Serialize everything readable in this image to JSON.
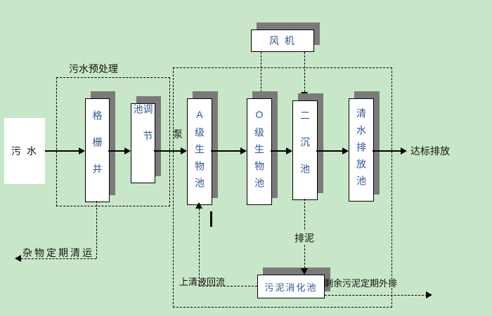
{
  "colors": {
    "bg": "#c8e6c8",
    "box_bg": "#ffffff",
    "box_text": "#2f5496",
    "label_text": "#111111",
    "shadow": "#7a7a7a",
    "line": "#000000"
  },
  "labels": {
    "influent": "污 水",
    "pretreatment_title": "污水预处理",
    "pump": "泵",
    "effluent": "达标排放",
    "debris_removal": "杂物定期清运",
    "supernatant_return": "上清液回流",
    "sludge_discharge": "排泥",
    "excess_sludge": "剩余污泥定期外排"
  },
  "boxes": {
    "fan": "风 机",
    "grid_well": "格栅井",
    "regulating_tank": "调节池",
    "a_bio_tank": "A级生物池",
    "o_bio_tank": "O级生物池",
    "secondary_clarifier": "二沉池",
    "clear_water_tank": "清水排放池",
    "sludge_digester": "污泥消化池"
  }
}
